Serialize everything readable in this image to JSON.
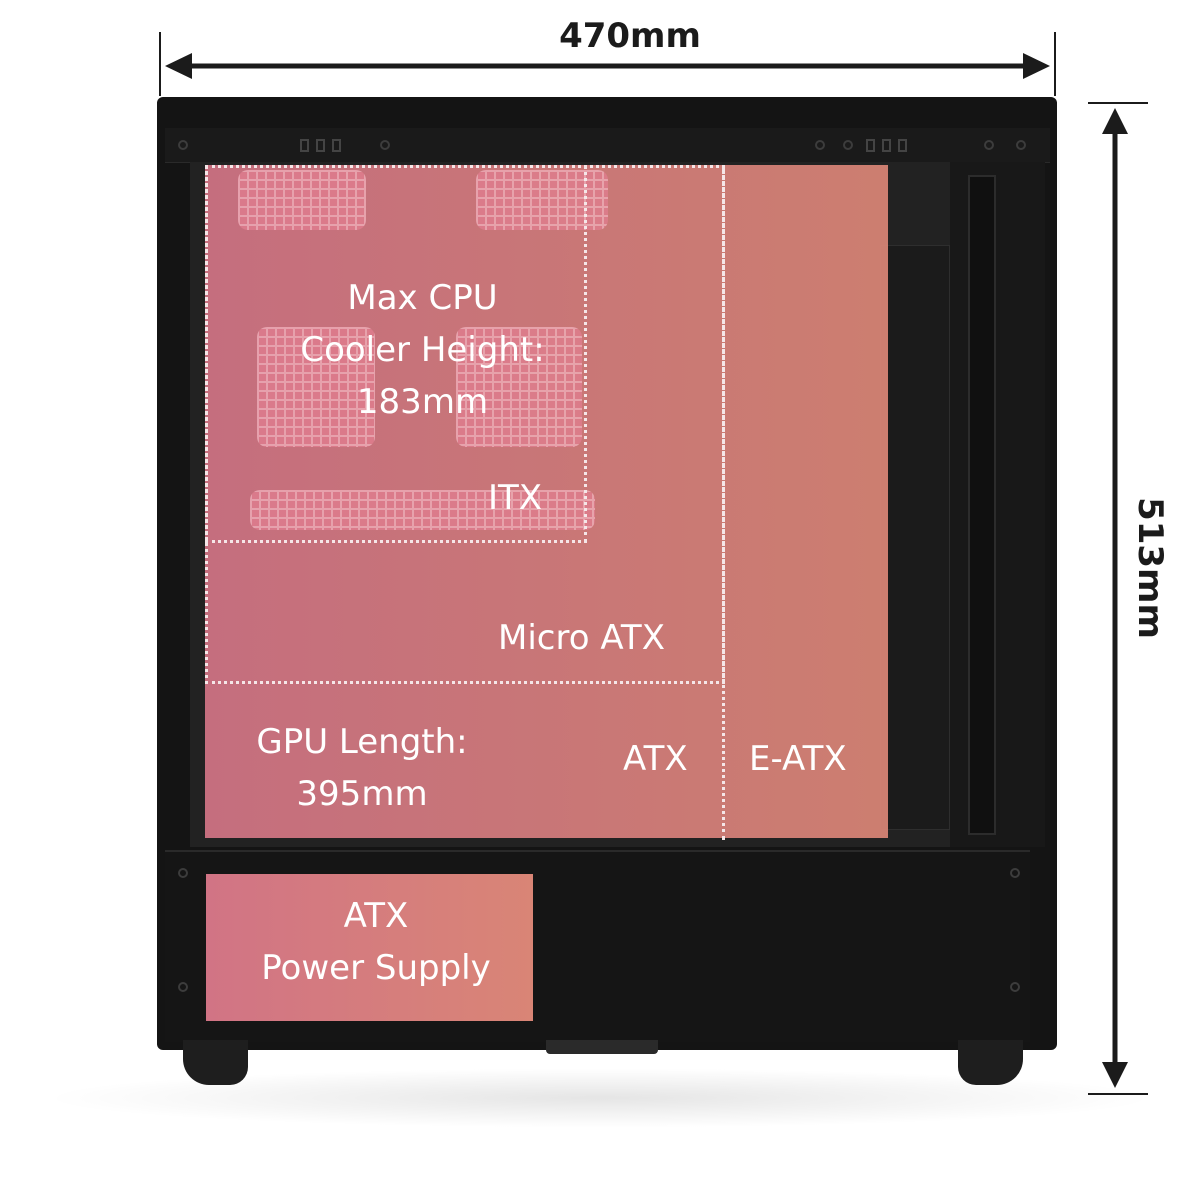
{
  "dimensions": {
    "width": "470mm",
    "height": "513mm"
  },
  "zones": {
    "cpu_cooler_line1": "Max CPU",
    "cpu_cooler_line2": "Cooler Height:",
    "cpu_cooler_line3": "183mm",
    "itx": "ITX",
    "micro_atx": "Micro ATX",
    "gpu_line1": "GPU Length:",
    "gpu_line2": "395mm",
    "atx": "ATX",
    "eatx": "E-ATX",
    "psu_line1": "ATX",
    "psu_line2": "Power Supply"
  },
  "colors": {
    "zone_start": "#d17485",
    "zone_end": "#d98576",
    "case": "#141414"
  }
}
